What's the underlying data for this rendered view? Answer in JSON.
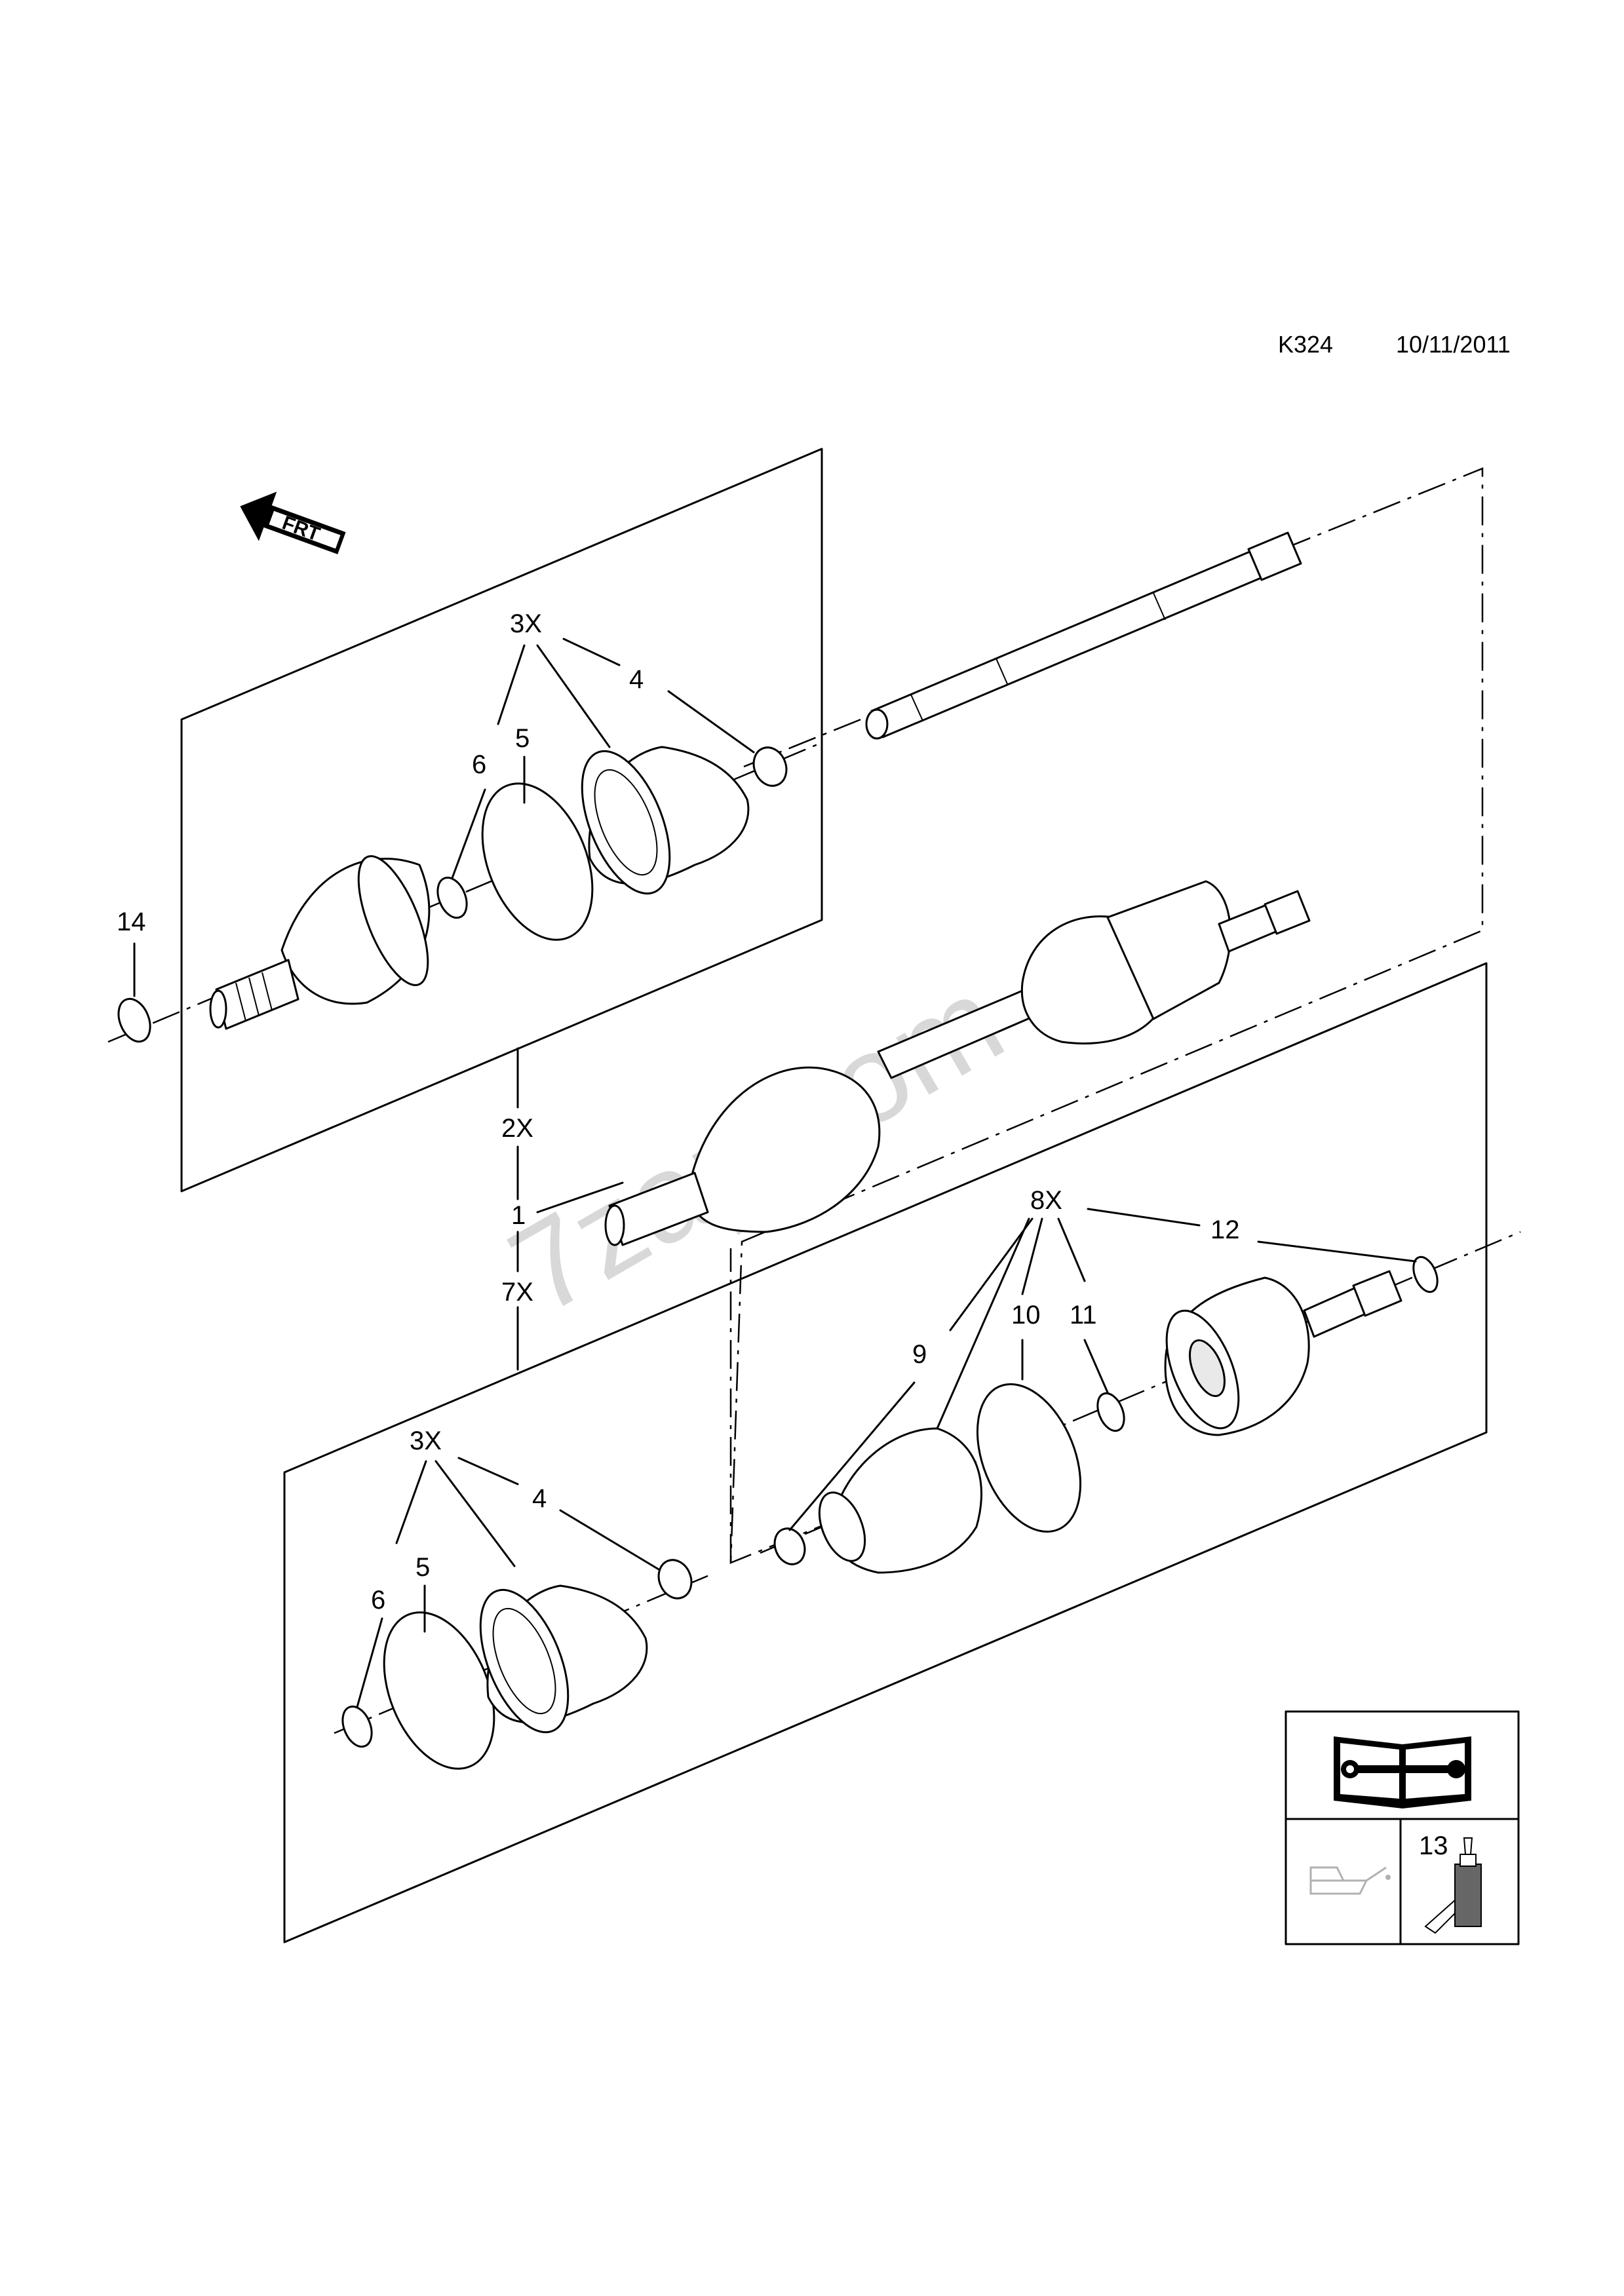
{
  "header": {
    "code": "K324",
    "date": "10/11/2011"
  },
  "orientation_tag": {
    "text": "FRT",
    "icon": "front-arrow-icon"
  },
  "watermark": "7zap.com",
  "callouts": {
    "c1": "1",
    "c2x": "2X",
    "c7x": "7X",
    "top_3x": "3X",
    "top_4": "4",
    "top_5": "5",
    "top_6": "6",
    "c14": "14",
    "c8x": "8X",
    "c12": "12",
    "c9": "9",
    "c10": "10",
    "c11": "11",
    "bot_3x": "3X",
    "bot_4": "4",
    "bot_5": "5",
    "bot_6": "6"
  },
  "legend": {
    "manual_icon": "repair-manual-icon",
    "oilcan_icon": "oil-can-icon",
    "lubricant_icon": "lubricant-tube-icon",
    "item_number": "13"
  }
}
